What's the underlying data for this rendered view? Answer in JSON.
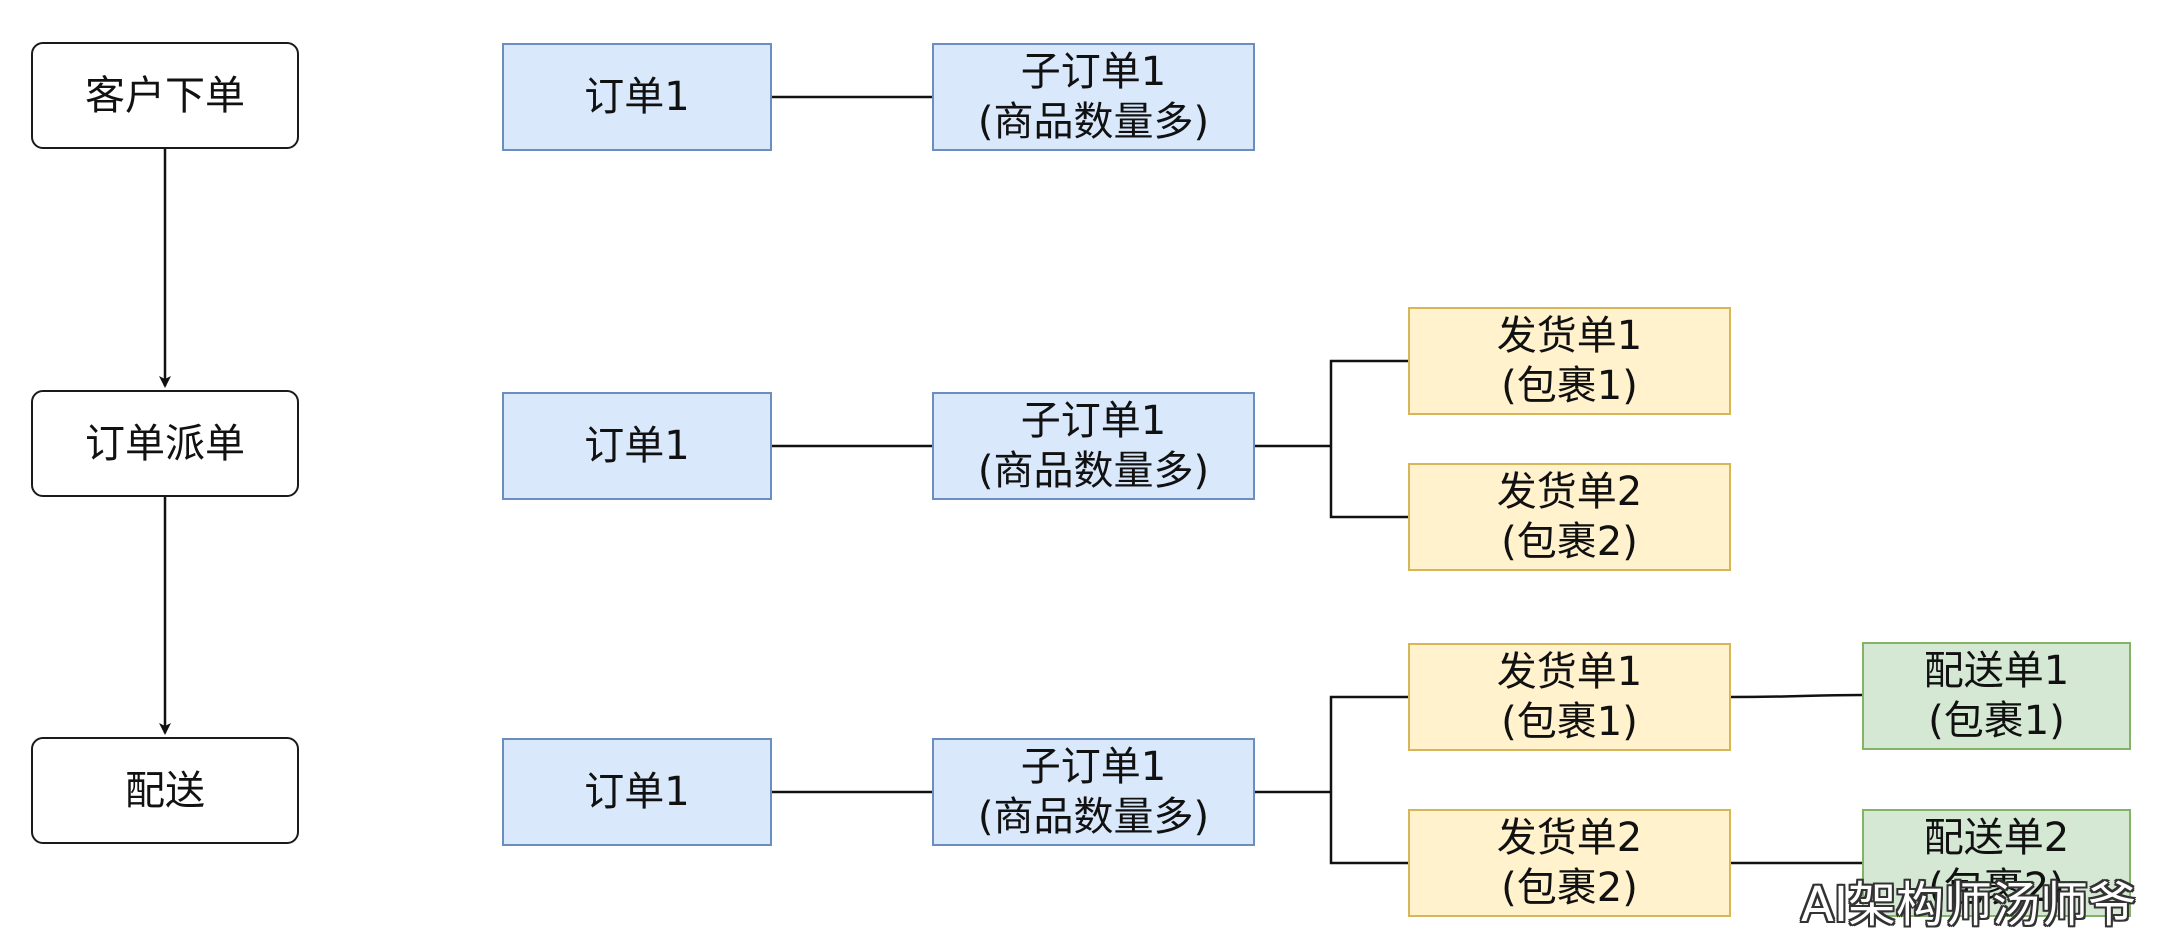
{
  "flow": {
    "step1": "客户下单",
    "step2": "订单派单",
    "step3": "配送"
  },
  "row1": {
    "order": "订单1",
    "suborder": {
      "line1": "子订单1",
      "line2": "(商品数量多)"
    }
  },
  "row2": {
    "order": "订单1",
    "suborder": {
      "line1": "子订单1",
      "line2": "(商品数量多)"
    },
    "ship1": {
      "line1": "发货单1",
      "line2": "(包裹1)"
    },
    "ship2": {
      "line1": "发货单2",
      "line2": "(包裹2)"
    }
  },
  "row3": {
    "order": "订单1",
    "suborder": {
      "line1": "子订单1",
      "line2": "(商品数量多)"
    },
    "ship1": {
      "line1": "发货单1",
      "line2": "(包裹1)"
    },
    "ship2": {
      "line1": "发货单2",
      "line2": "(包裹2)"
    },
    "deliv1": {
      "line1": "配送单1",
      "line2": "(包裹1)"
    },
    "deliv2": {
      "line1": "配送单2",
      "line2": "(包裹2)"
    }
  },
  "watermark": "AI架构师汤师爷",
  "colors": {
    "order_fill": "#dae8fc",
    "order_border": "#6c8ebf",
    "ship_fill": "#fff2cc",
    "ship_border": "#d6b656",
    "deliv_fill": "#d5e8d4",
    "deliv_border": "#82b366"
  }
}
